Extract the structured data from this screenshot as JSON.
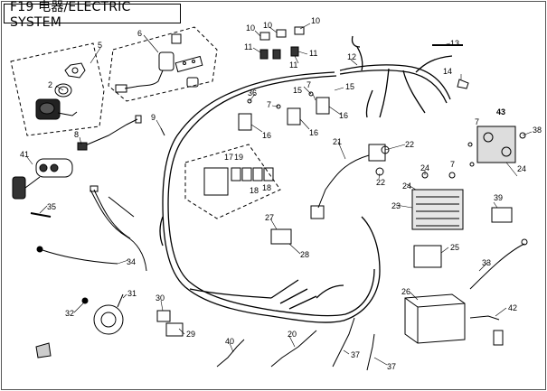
{
  "title": "F19 电器/ELECTRIC SYSTEM",
  "callouts": {
    "c2": "2",
    "c5": "5",
    "c6": "6",
    "c8": "8",
    "c9": "9",
    "c10a": "10",
    "c10b": "10",
    "c10c": "10",
    "c11a": "11",
    "c11b": "11",
    "c11c": "11",
    "c12": "12",
    "c13": "13",
    "c14": "14",
    "c7a": "7",
    "c7b": "7",
    "c7c": "7",
    "c7d": "7",
    "c15a": "15",
    "c15b": "15",
    "c16a": "16",
    "c16b": "16",
    "c16c": "16",
    "c36": "36",
    "c17": "17",
    "c19": "19",
    "c18a": "18",
    "c18b": "18",
    "c41": "41",
    "c35": "35",
    "c34": "34",
    "c21": "21",
    "c22a": "22",
    "c22b": "22",
    "c24a": "24",
    "c24b": "24",
    "c24c": "24",
    "c23": "23",
    "c43": "43",
    "c38": "38",
    "c39": "39",
    "c27": "27",
    "c28": "28",
    "c25": "25",
    "c33": "33",
    "c31": "31",
    "c32": "32",
    "c30": "30",
    "c29": "29",
    "c26": "26",
    "c42": "42",
    "c40": "40",
    "c20": "20",
    "c37a": "37",
    "c37b": "37"
  }
}
